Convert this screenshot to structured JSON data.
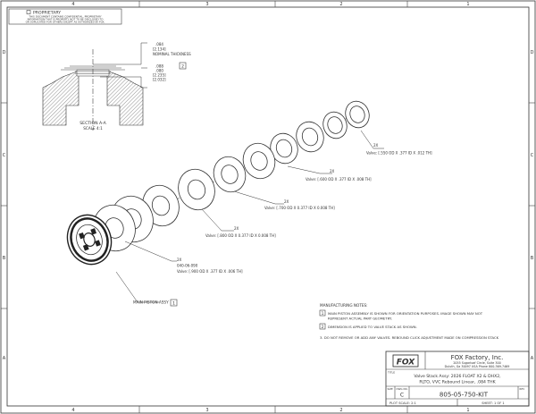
{
  "zones": {
    "cols": [
      "4",
      "3",
      "2",
      "1"
    ],
    "rows": [
      "D",
      "C",
      "B",
      "A"
    ]
  },
  "proprietary": {
    "title": "PROPRIETARY",
    "lines": [
      "THIS DOCUMENT CONTAINS CONFIDENTIAL, PROPRIETARY",
      "INFORMATION THAT IS PROPERTY. NOT TO BE DISCLOSED TO",
      "OR DUPLICATED FOR OTHERS EXCEPT AS AUTHORIZED BY FOX."
    ]
  },
  "section": {
    "dim_top_1": ".084",
    "dim_top_2": "[2.134]",
    "dim_top_3": "NOMINAL THICKNESS",
    "dim_mid_1": ".088",
    "dim_mid_2": ".080",
    "dim_mid_3": "[2.235]",
    "dim_mid_4": "[2.032]",
    "dim_mid_flag": "2",
    "label_1": "SECTION A-A",
    "label_2": "SCALE 4:1"
  },
  "callouts": {
    "c1_qty": "2X",
    "c1_text": "Valve: [.550 OD X .377 ID X .012 TH]",
    "c2_qty": "2X",
    "c2_text": "Valve: [.600 OD X .377 ID X .008 TH]",
    "c3_qty": "2X",
    "c3_text": "Valve: [.700 OD X 0.377 ID X 0.008 TH]",
    "c4_qty": "2X",
    "c4_text": "Valve: [.800 OD X 0.377 ID X 0.008 TH]",
    "c5_qty": "2X",
    "c5_part": "040-06-090",
    "c5_text": "Valve: [.900 OD X .377 ID X .006 TH]",
    "piston_label": "MAIN PISTON ASSY",
    "piston_flag": "1"
  },
  "notes": {
    "heading": "MANUFACTURING NOTES:",
    "n1_num": "1",
    "n1_line1": "MAIN PISTON ASSEMBLY IS SHOWN FOR ORIENTATION PURPOSES. IMAGE SHOWN MAY NOT",
    "n1_line2": "REPRESENT ACTUAL PART GEOMETRY.",
    "n2_num": "2",
    "n2_line1": "DIMENSION IS APPLIED TO VALVE STACK AS SHOWN.",
    "n3_line1": "3. DO NOT REMOVE OR ADD ANY VALVES. REBOUND CLICK ADJUSTMENT MADE ON COMPRESSION STACK"
  },
  "title_block": {
    "logo": "FOX",
    "company": "FOX Factory, Inc.",
    "addr_1": "2055 Sugarloaf Circle, Suite 300",
    "addr_2": "Duluth, Ga 30097 USA Phone 800-369-7469",
    "title_label": "TITLE",
    "title_1": "Valve Stack Assy: 2026 FLOAT X2 & DHX2,",
    "title_2": "RLTO, VVC Rebound Linear, .084 THK",
    "size_label": "SIZE",
    "size_value": "C",
    "dwg_label": "DWG NO.",
    "dwg_value": "805-05-750-KIT",
    "rev_label": "REV",
    "rev_value": "",
    "plot_scale": "PLOT SCALE: 2:1",
    "sheet": "SHEET: 1 OF 1"
  }
}
